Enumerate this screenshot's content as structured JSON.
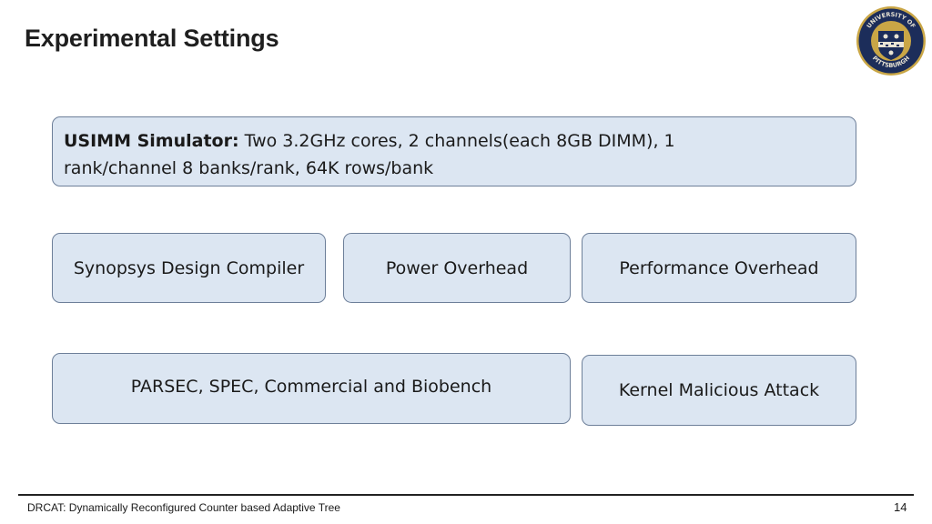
{
  "slide": {
    "title": "Experimental Settings",
    "page_number": "14",
    "footer": "DRCAT: Dynamically Reconfigured Counter based Adaptive Tree"
  },
  "logo": {
    "name": "university-seal",
    "ring_text_top": "UNIVERSITY OF",
    "ring_text_bottom": "PITTSBURGH"
  },
  "boxes": {
    "usimm": {
      "label": "USIMM Simulator:",
      "text_line1": " Two 3.2GHz cores, 2 channels(each 8GB DIMM), 1",
      "text_line2": "rank/channel 8 banks/rank, 64K rows/bank"
    },
    "synopsys": "Synopsys Design Compiler",
    "power": "Power Overhead",
    "performance": "Performance Overhead",
    "benchmarks": "PARSEC, SPEC, Commercial and Biobench",
    "attack": "Kernel Malicious Attack"
  },
  "colors": {
    "box_fill": "#dce6f2",
    "box_border": "#6d7f99",
    "seal_navy": "#1c2d5a",
    "seal_gold": "#c9a646"
  }
}
